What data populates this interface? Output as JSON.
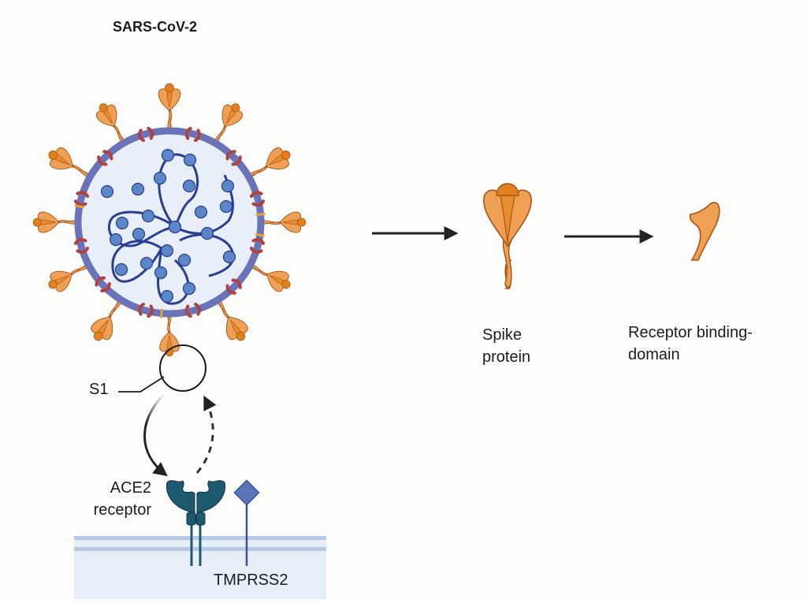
{
  "title": "SARS-CoV-2",
  "labels": {
    "s1": "S1",
    "ace2_line1": "ACE2",
    "ace2_line2": "receptor",
    "tmprss2": "TMPRSS2",
    "spike_line1": "Spike",
    "spike_line2": "protein",
    "rbd_line1": "Receptor binding-",
    "rbd_line2": "domain"
  },
  "colors": {
    "spike_fill": "#efa055",
    "spike_dark": "#e0801f",
    "spike_stroke": "#a65416",
    "envelope": "#6a73b8",
    "envelope_interior": "#e9eff9",
    "rna_line": "#2a3d8f",
    "rna_bead": "#5b87c9",
    "membrane_protein": "#b0413e",
    "envelope_protein": "#e8a23a",
    "ace2": "#1d5a70",
    "tmprss2": "#5c75b8",
    "cell_membrane": "#b6cbe3",
    "cell_interior": "#e6eef8",
    "arrow": "#222222"
  },
  "flow": [
    "SARS-CoV-2",
    "Spike protein",
    "Receptor binding-domain"
  ]
}
